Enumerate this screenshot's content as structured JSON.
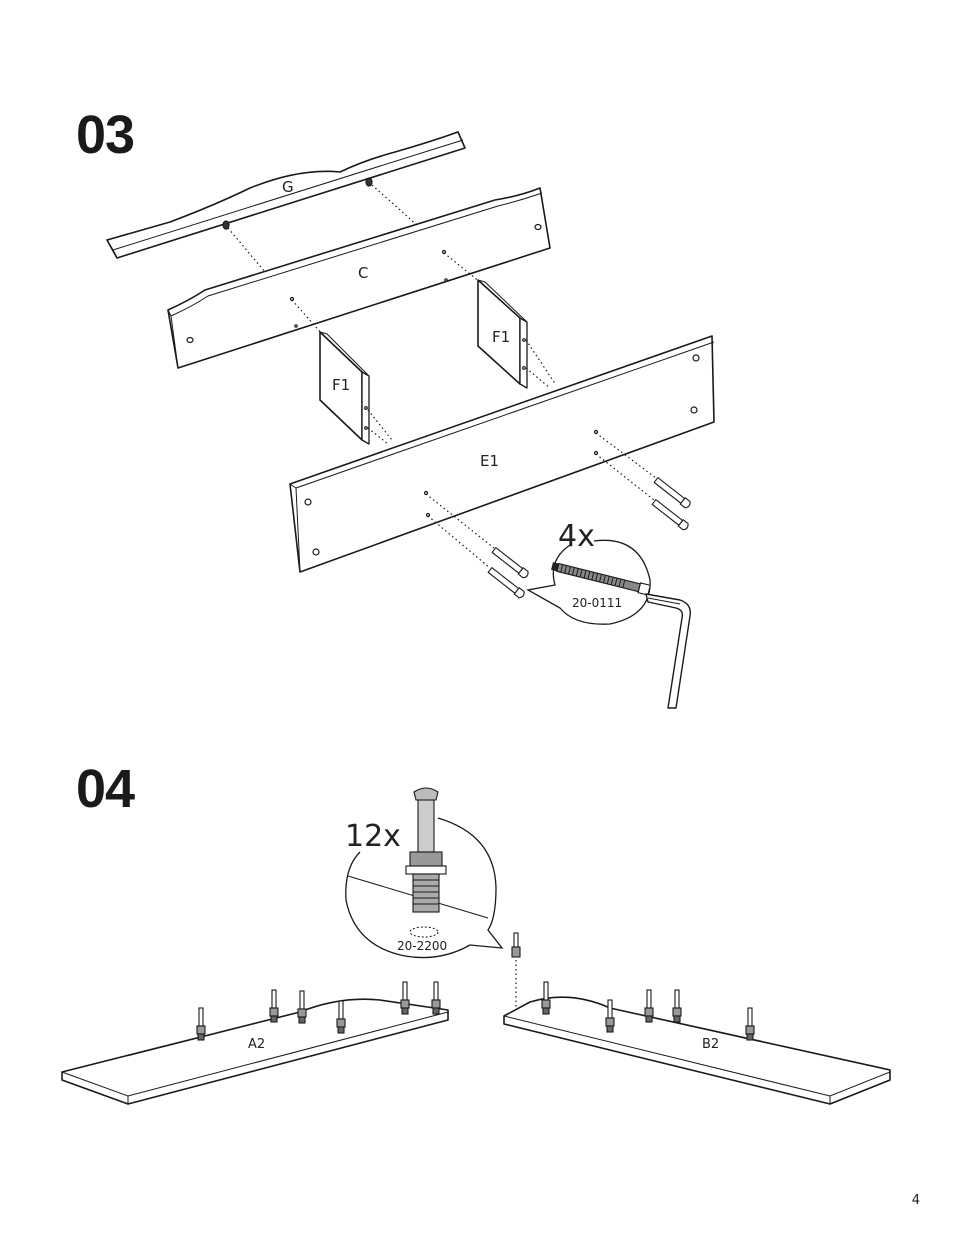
{
  "steps": [
    {
      "number": "03",
      "parts": {
        "g": "G",
        "c": "C",
        "f1_left": "F1",
        "f1_right": "F1",
        "e1": "E1"
      },
      "callout": {
        "quantity": "4x",
        "code": "20-0111"
      }
    },
    {
      "number": "04",
      "parts": {
        "a2": "A2",
        "b2": "B2"
      },
      "callout": {
        "quantity": "12x",
        "code": "20-2200"
      }
    }
  ],
  "page_number": "4",
  "icons": [
    "cam-bolt-icon",
    "hex-key-icon",
    "dowel-icon",
    "connector-bolt-icon"
  ]
}
